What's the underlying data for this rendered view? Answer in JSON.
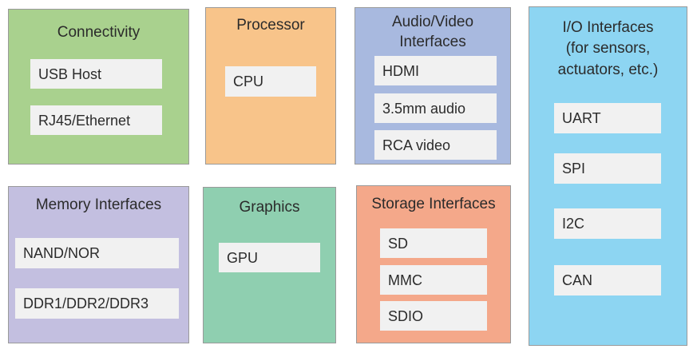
{
  "colors": {
    "connectivity": "#a9d18e",
    "processor": "#f8c48a",
    "audio_video": "#a8b9df",
    "io": "#8dd5f2",
    "memory": "#c3bfe0",
    "graphics": "#8fcfb0",
    "storage": "#f4a88a",
    "item_bg": "#f1f1f1",
    "border": "#9a9a9a"
  },
  "blocks": {
    "connectivity": {
      "title": "Connectivity",
      "items": [
        "USB Host",
        "RJ45/Ethernet"
      ]
    },
    "processor": {
      "title": "Processor",
      "items": [
        "CPU"
      ]
    },
    "audio_video": {
      "title_lines": [
        "Audio/Video",
        "Interfaces"
      ],
      "items": [
        "HDMI",
        "3.5mm audio",
        "RCA video"
      ]
    },
    "io": {
      "title_lines": [
        "I/O Interfaces",
        "(for sensors,",
        "actuators, etc.)"
      ],
      "items": [
        "UART",
        "SPI",
        "I2C",
        "CAN"
      ]
    },
    "memory": {
      "title": "Memory Interfaces",
      "items": [
        "NAND/NOR",
        "DDR1/DDR2/DDR3"
      ]
    },
    "graphics": {
      "title": "Graphics",
      "items": [
        "GPU"
      ]
    },
    "storage": {
      "title": "Storage Interfaces",
      "items": [
        "SD",
        "MMC",
        "SDIO"
      ]
    }
  }
}
